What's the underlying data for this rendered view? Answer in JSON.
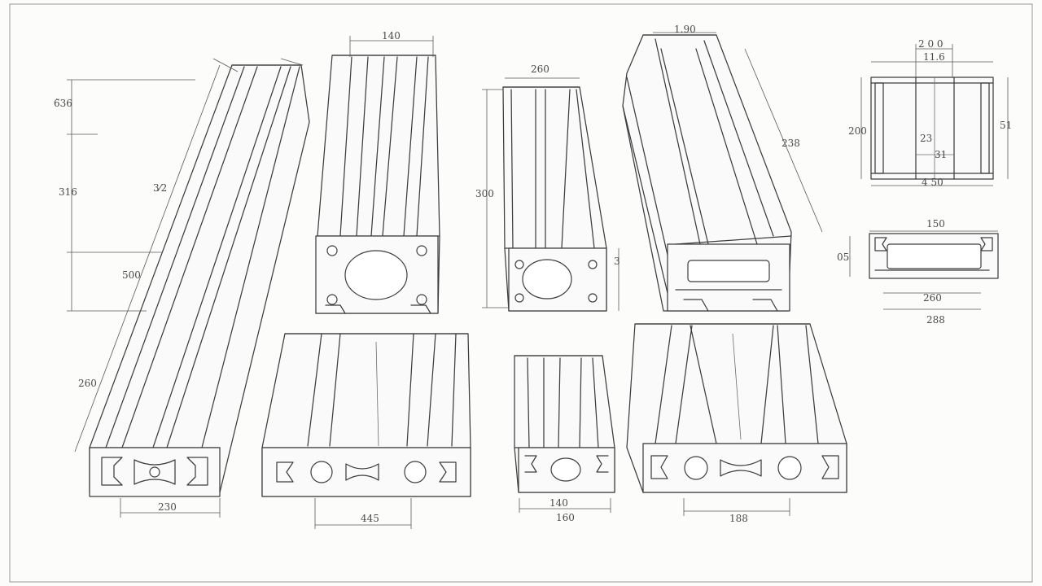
{
  "colors": {
    "paper": "#fcfcfb",
    "ink": "#3d3d3d",
    "dimension": "#5a5a5a",
    "frame": "#9a9a9a"
  },
  "dimensions": {
    "p1": {
      "top_a": "",
      "left_a": "6̃36",
      "left_b": "316",
      "mid": "3⁄2",
      "mid_b": "500",
      "long": "260",
      "bottom": "230"
    },
    "p2": {
      "top": "140",
      "bottom": "445"
    },
    "p3": {
      "top": "260",
      "left": "300",
      "right": "3"
    },
    "p4": {
      "top": "1.90",
      "diag": "238"
    },
    "p5": {
      "top": "140",
      "bottom": "160"
    },
    "p6": {
      "bottom": "188"
    },
    "v1": {
      "top_a": "2 0 0",
      "top_b": "11.6",
      "left": "200",
      "right": "51",
      "inner_a": "23",
      "inner_b": "31",
      "bottom": "4 50"
    },
    "v2": {
      "top": "150",
      "left": "05",
      "bottom_a": "260",
      "bottom_b": "288"
    }
  }
}
